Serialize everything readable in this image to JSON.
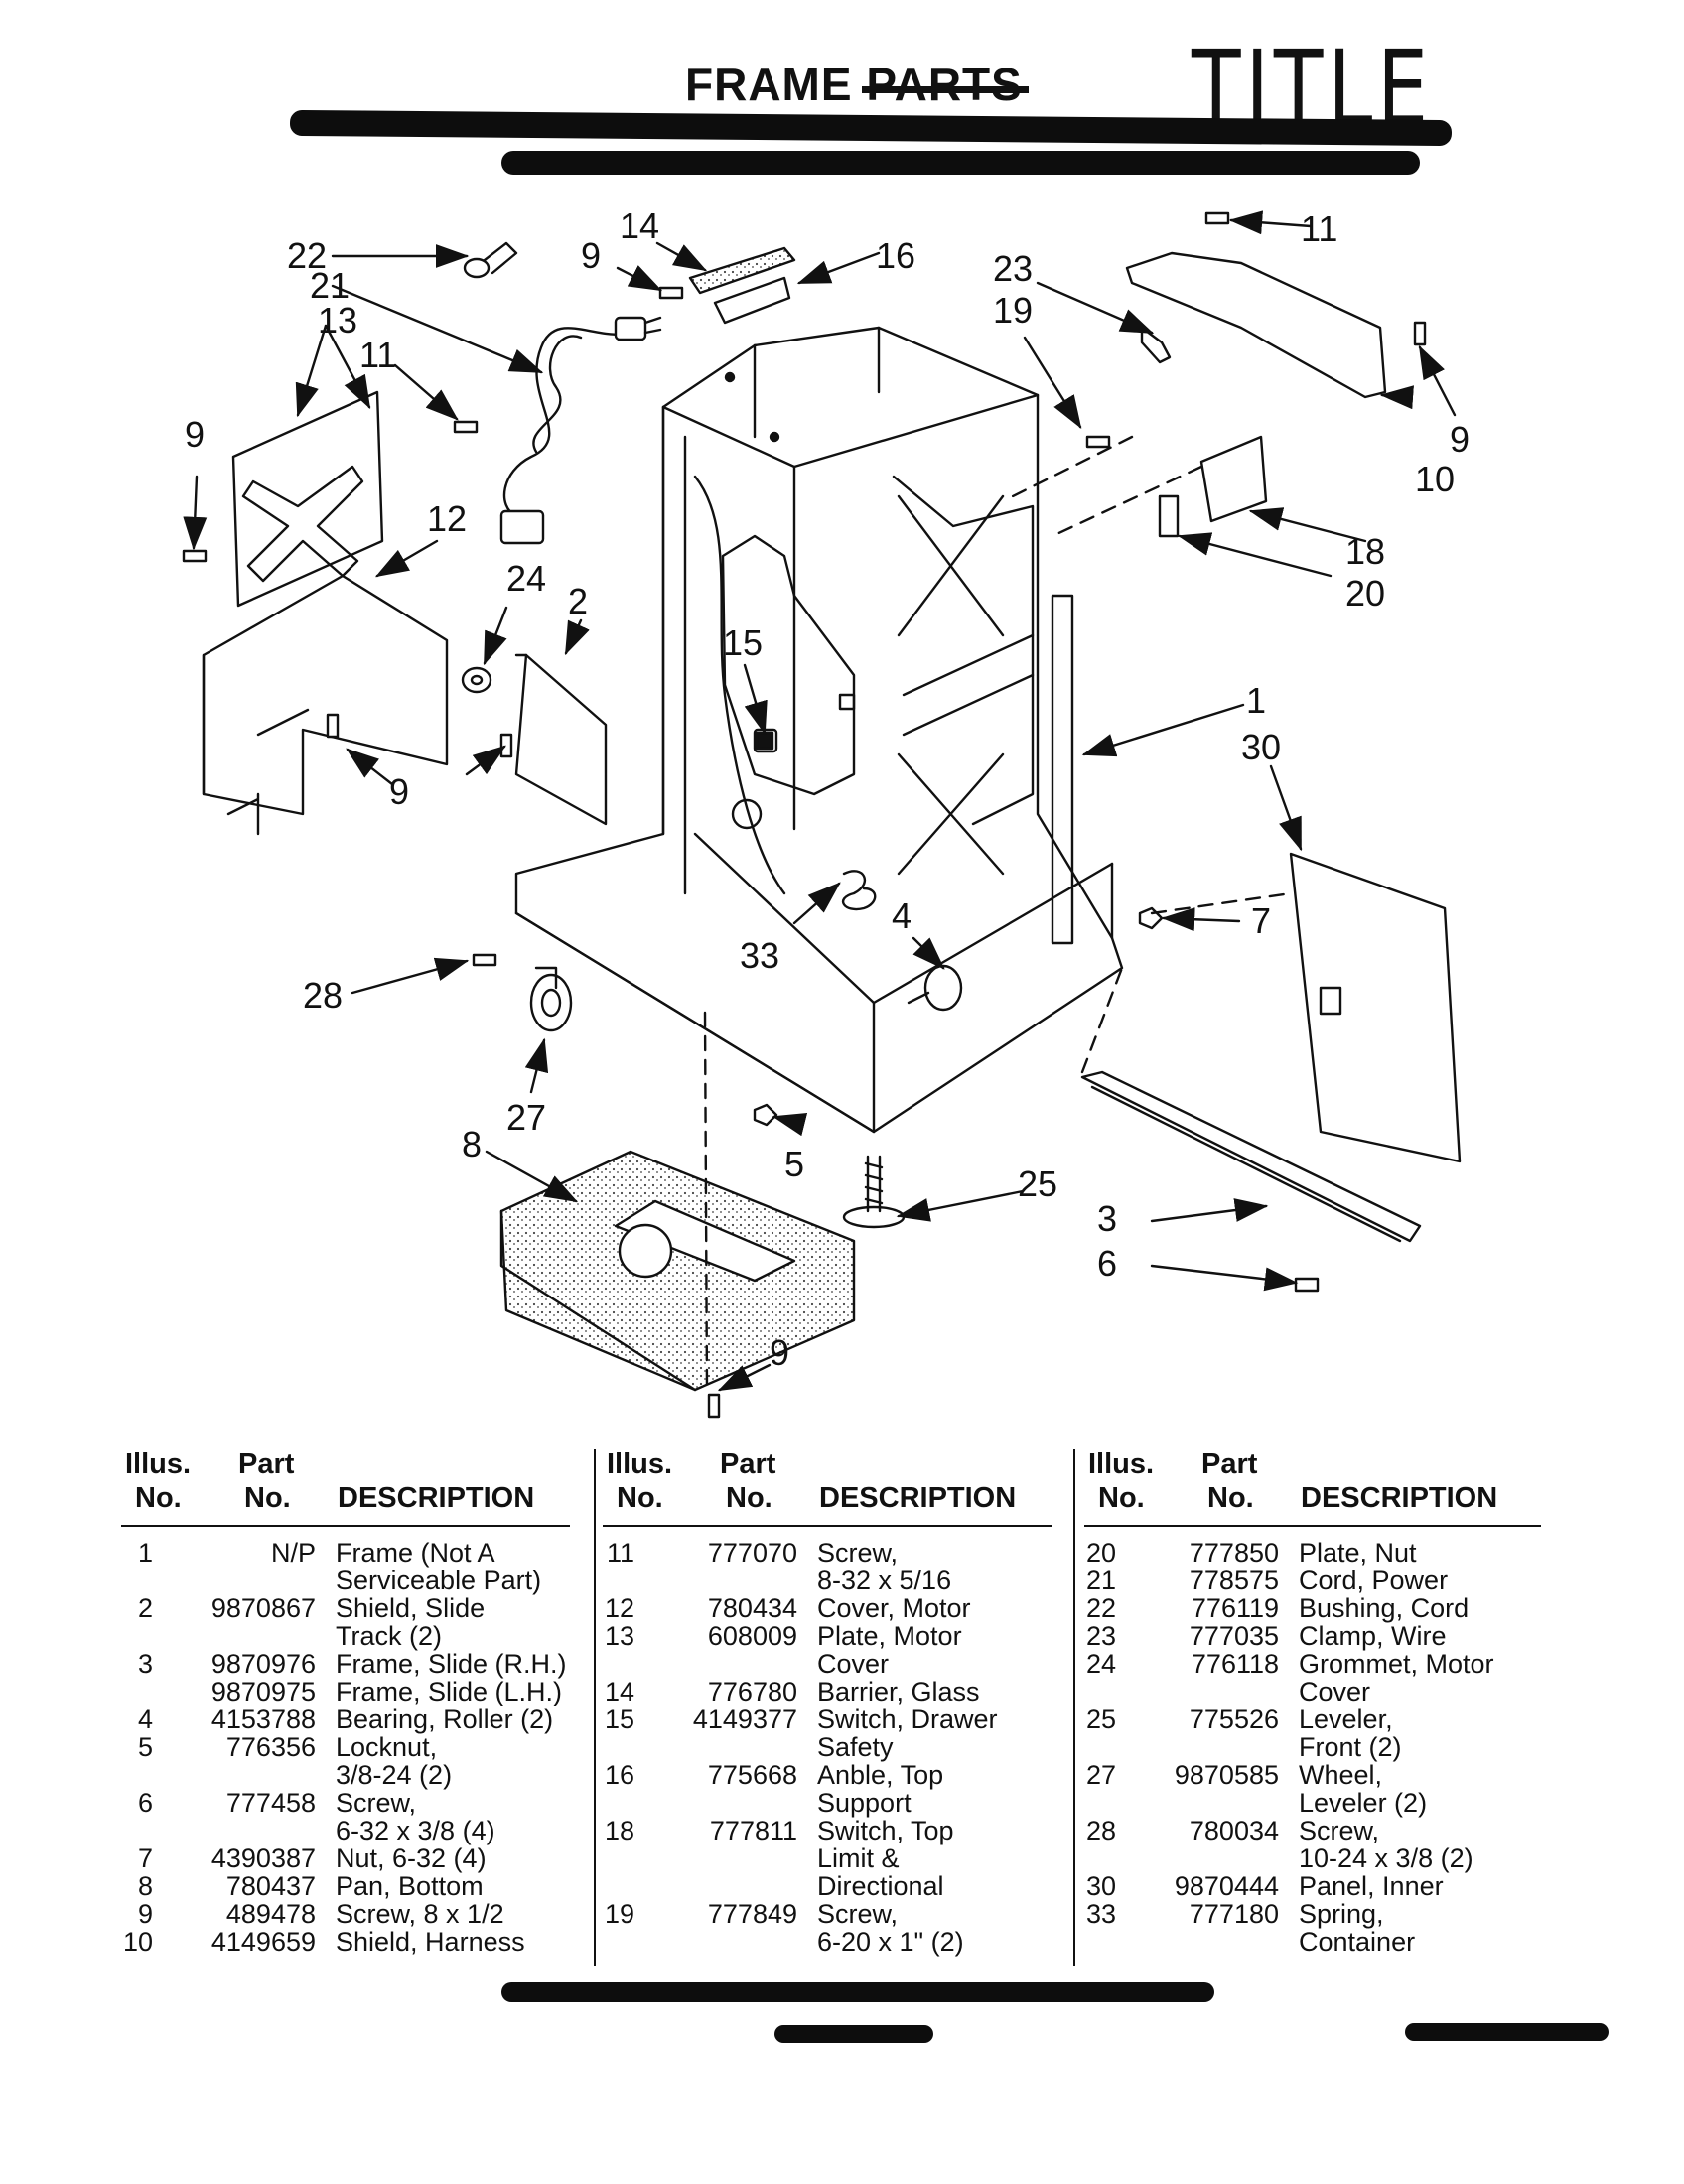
{
  "header": {
    "title_word": "FRAME",
    "title_struck": "PARTS",
    "handwritten_title": "TITLE"
  },
  "callouts": [
    {
      "id": "22",
      "label": "22"
    },
    {
      "id": "21",
      "label": "21"
    },
    {
      "id": "13",
      "label": "13"
    },
    {
      "id": "11a",
      "label": "11"
    },
    {
      "id": "9a",
      "label": "9"
    },
    {
      "id": "12",
      "label": "12"
    },
    {
      "id": "24",
      "label": "24"
    },
    {
      "id": "2",
      "label": "2"
    },
    {
      "id": "9b",
      "label": "9"
    },
    {
      "id": "14",
      "label": "14"
    },
    {
      "id": "9c",
      "label": "9"
    },
    {
      "id": "16",
      "label": "16"
    },
    {
      "id": "23",
      "label": "23"
    },
    {
      "id": "19",
      "label": "19"
    },
    {
      "id": "11b",
      "label": "11"
    },
    {
      "id": "9d",
      "label": "9"
    },
    {
      "id": "10",
      "label": "10"
    },
    {
      "id": "18",
      "label": "18"
    },
    {
      "id": "20",
      "label": "20"
    },
    {
      "id": "15",
      "label": "15"
    },
    {
      "id": "1",
      "label": "1"
    },
    {
      "id": "30",
      "label": "30"
    },
    {
      "id": "7",
      "label": "7"
    },
    {
      "id": "28",
      "label": "28"
    },
    {
      "id": "33",
      "label": "33"
    },
    {
      "id": "4",
      "label": "4"
    },
    {
      "id": "27",
      "label": "27"
    },
    {
      "id": "8",
      "label": "8"
    },
    {
      "id": "5",
      "label": "5"
    },
    {
      "id": "25",
      "label": "25"
    },
    {
      "id": "3",
      "label": "3"
    },
    {
      "id": "6",
      "label": "6"
    },
    {
      "id": "9e",
      "label": "9"
    }
  ],
  "table": {
    "headers": {
      "illus_line1": "Illus.",
      "illus_line2": "No.",
      "part_line1": "Part",
      "part_line2": "No.",
      "description": "DESCRIPTION"
    },
    "columns": [
      [
        {
          "illus": "1",
          "part": "N/P",
          "desc": [
            "Frame (Not A",
            "Serviceable Part)"
          ]
        },
        {
          "illus": "2",
          "part": "9870867",
          "desc": [
            "Shield, Slide",
            "Track (2)"
          ]
        },
        {
          "illus": "3",
          "part": "9870976",
          "desc": [
            "Frame, Slide (R.H.)"
          ]
        },
        {
          "illus": "",
          "part": "9870975",
          "desc": [
            "Frame, Slide (L.H.)"
          ]
        },
        {
          "illus": "4",
          "part": "4153788",
          "desc": [
            "Bearing, Roller (2)"
          ]
        },
        {
          "illus": "5",
          "part": "776356",
          "desc": [
            "Locknut,",
            "3/8-24 (2)"
          ]
        },
        {
          "illus": "6",
          "part": "777458",
          "desc": [
            "Screw,",
            "6-32 x 3/8 (4)"
          ]
        },
        {
          "illus": "7",
          "part": "4390387",
          "desc": [
            "Nut, 6-32 (4)"
          ]
        },
        {
          "illus": "8",
          "part": "780437",
          "desc": [
            "Pan, Bottom"
          ]
        },
        {
          "illus": "9",
          "part": "489478",
          "desc": [
            "Screw, 8 x 1/2"
          ]
        },
        {
          "illus": "10",
          "part": "4149659",
          "desc": [
            "Shield, Harness"
          ]
        }
      ],
      [
        {
          "illus": "11",
          "part": "777070",
          "desc": [
            "Screw,",
            "8-32 x 5/16"
          ]
        },
        {
          "illus": "12",
          "part": "780434",
          "desc": [
            "Cover, Motor"
          ]
        },
        {
          "illus": "13",
          "part": "608009",
          "desc": [
            "Plate, Motor",
            "Cover"
          ]
        },
        {
          "illus": "14",
          "part": "776780",
          "desc": [
            "Barrier, Glass"
          ]
        },
        {
          "illus": "15",
          "part": "4149377",
          "desc": [
            "Switch, Drawer",
            "Safety"
          ]
        },
        {
          "illus": "16",
          "part": "775668",
          "desc": [
            "Anble, Top",
            "Support"
          ]
        },
        {
          "illus": "18",
          "part": "777811",
          "desc": [
            "Switch, Top",
            "Limit &",
            "Directional"
          ]
        },
        {
          "illus": "19",
          "part": "777849",
          "desc": [
            "Screw,",
            "6-20 x 1\" (2)"
          ]
        }
      ],
      [
        {
          "illus": "20",
          "part": "777850",
          "desc": [
            "Plate, Nut"
          ]
        },
        {
          "illus": "21",
          "part": "778575",
          "desc": [
            "Cord, Power"
          ]
        },
        {
          "illus": "22",
          "part": "776119",
          "desc": [
            "Bushing, Cord"
          ]
        },
        {
          "illus": "23",
          "part": "777035",
          "desc": [
            "Clamp, Wire"
          ]
        },
        {
          "illus": "24",
          "part": "776118",
          "desc": [
            "Grommet, Motor",
            "Cover"
          ]
        },
        {
          "illus": "25",
          "part": "775526",
          "desc": [
            "Leveler,",
            "Front (2)"
          ]
        },
        {
          "illus": "27",
          "part": "9870585",
          "desc": [
            "Wheel,",
            "Leveler (2)"
          ]
        },
        {
          "illus": "28",
          "part": "780034",
          "desc": [
            "Screw,",
            "10-24 x 3/8 (2)"
          ]
        },
        {
          "illus": "30",
          "part": "9870444",
          "desc": [
            "Panel, Inner"
          ]
        },
        {
          "illus": "33",
          "part": "777180",
          "desc": [
            "Spring,",
            "Container"
          ]
        }
      ]
    ]
  },
  "colors": {
    "ink": "#111111",
    "paper": "#ffffff",
    "stipple": "#cfcfcf"
  }
}
